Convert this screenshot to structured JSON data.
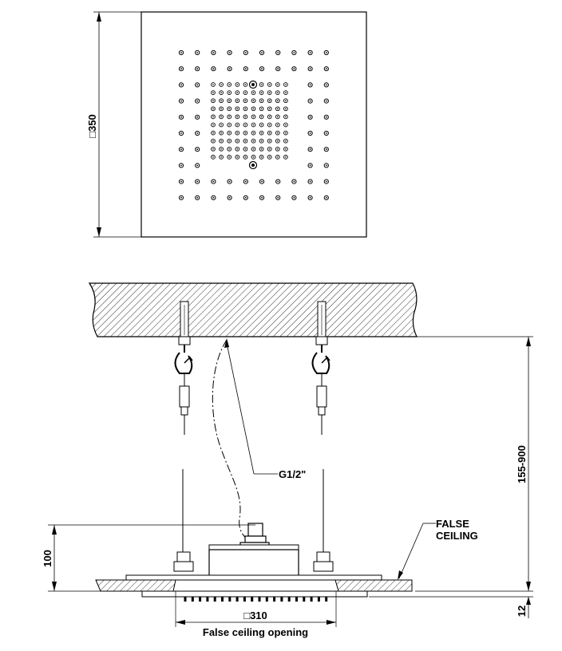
{
  "labels": {
    "top_dim": "□350",
    "pipe_thread": "G1/2\"",
    "drop_range": "155-900",
    "false_ceiling": [
      "FALSE",
      "CEILING"
    ],
    "body_height": "100",
    "panel_thickness": "12",
    "opening_dim": "□310",
    "opening_caption": "False  ceiling  opening"
  },
  "nozzle_grid": {
    "rows": 10,
    "cols": 10,
    "inner_rows": 10,
    "inner_cols": 10,
    "special_nozzles": 2
  }
}
